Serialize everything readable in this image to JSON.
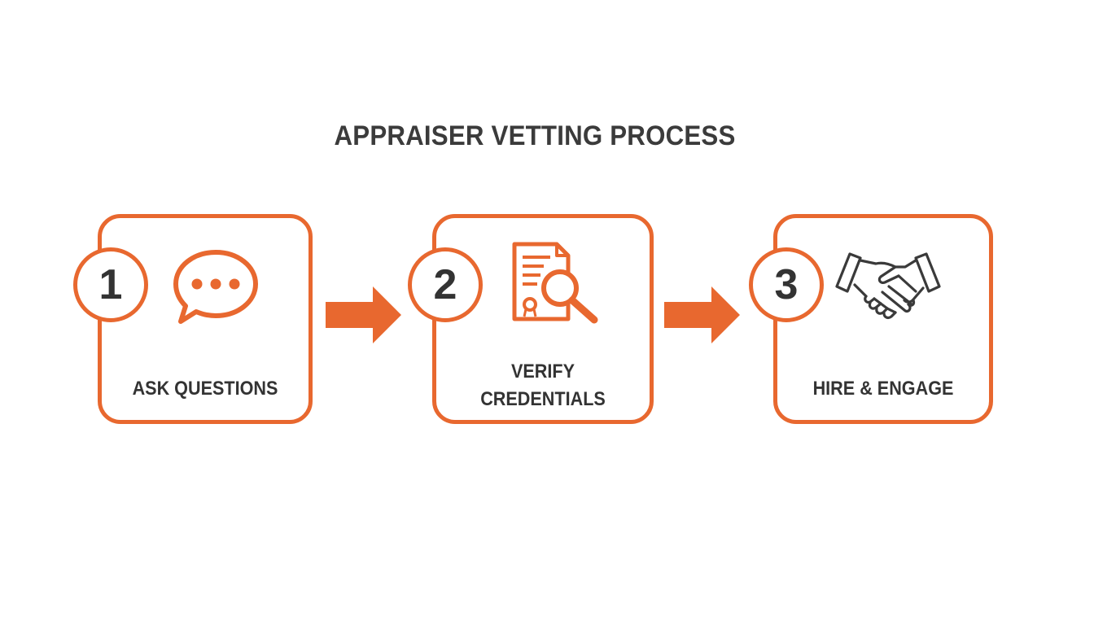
{
  "title": "APPRAISER VETTING PROCESS",
  "colors": {
    "accent": "#e8682f",
    "text": "#333333"
  },
  "steps": [
    {
      "number": "1",
      "label": "ASK QUESTIONS",
      "icon": "speech-bubble-icon"
    },
    {
      "number": "2",
      "label_line1": "VERIFY",
      "label_line2": "CREDENTIALS",
      "icon": "document-search-icon"
    },
    {
      "number": "3",
      "label": "HIRE & ENGAGE",
      "icon": "handshake-icon"
    }
  ]
}
